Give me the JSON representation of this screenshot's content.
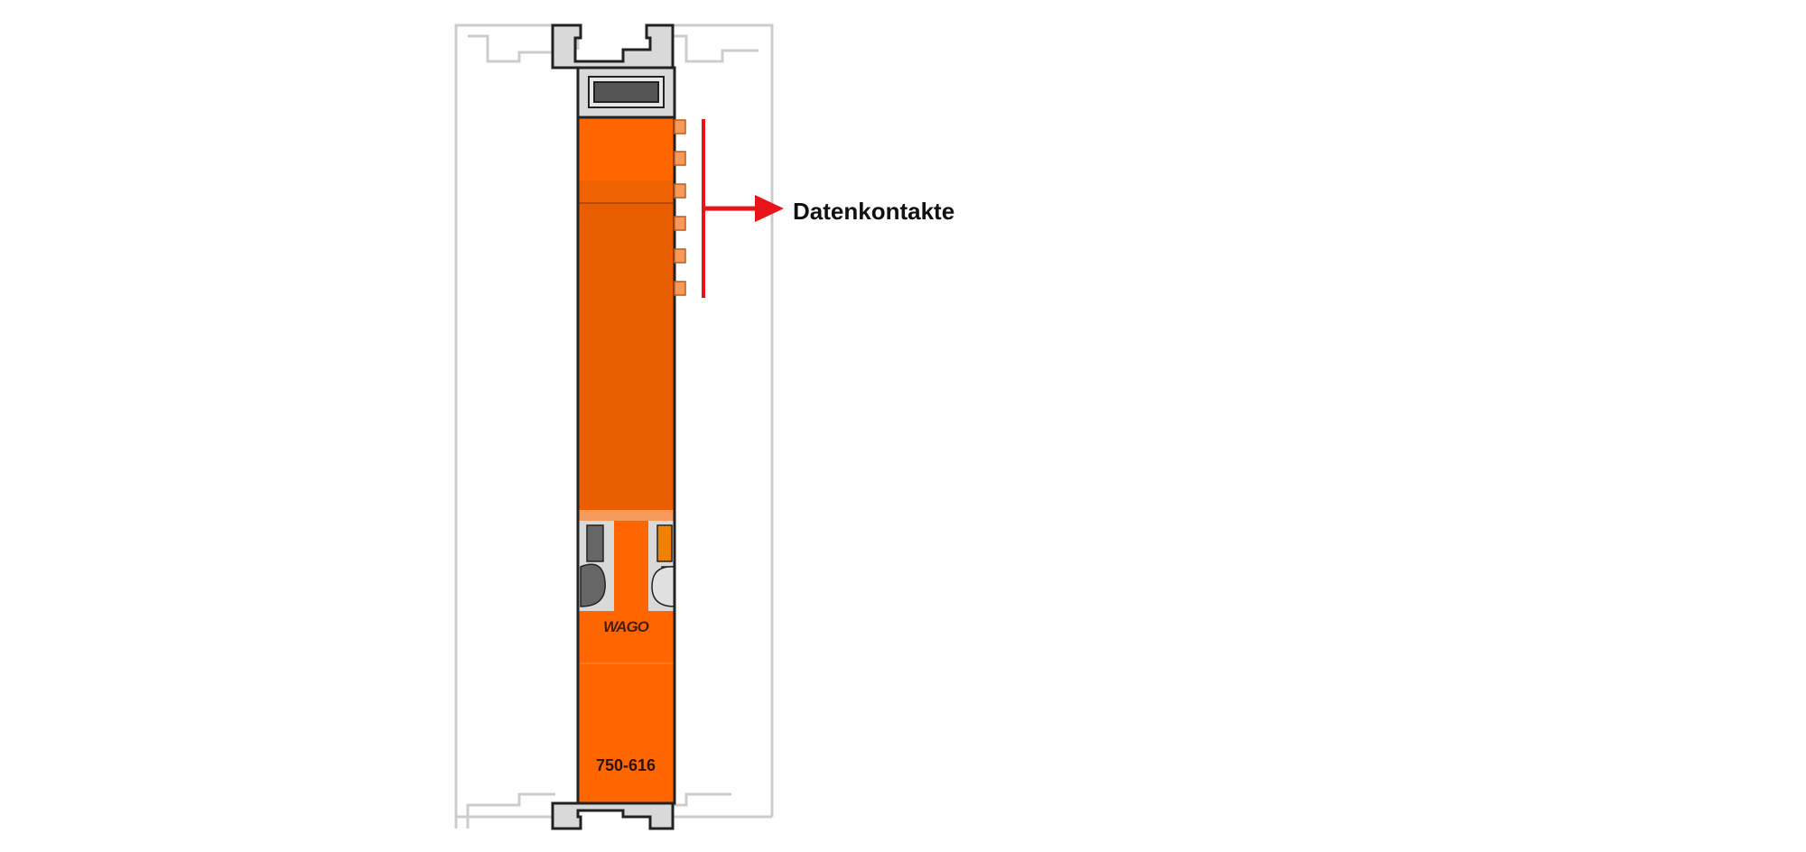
{
  "diagram": {
    "callout_label": "Datenkontakte",
    "brand_logo": "WAGO",
    "module_number": "750-616",
    "colors": {
      "module_orange": "#ff6600",
      "module_orange_dark": "#e85e00",
      "rail_outline": "#cccccc",
      "callout_red": "#e8141c",
      "contact_orange": "#f59a5a",
      "metal_gray": "#d9d9d9",
      "dark_gray": "#666666"
    }
  }
}
